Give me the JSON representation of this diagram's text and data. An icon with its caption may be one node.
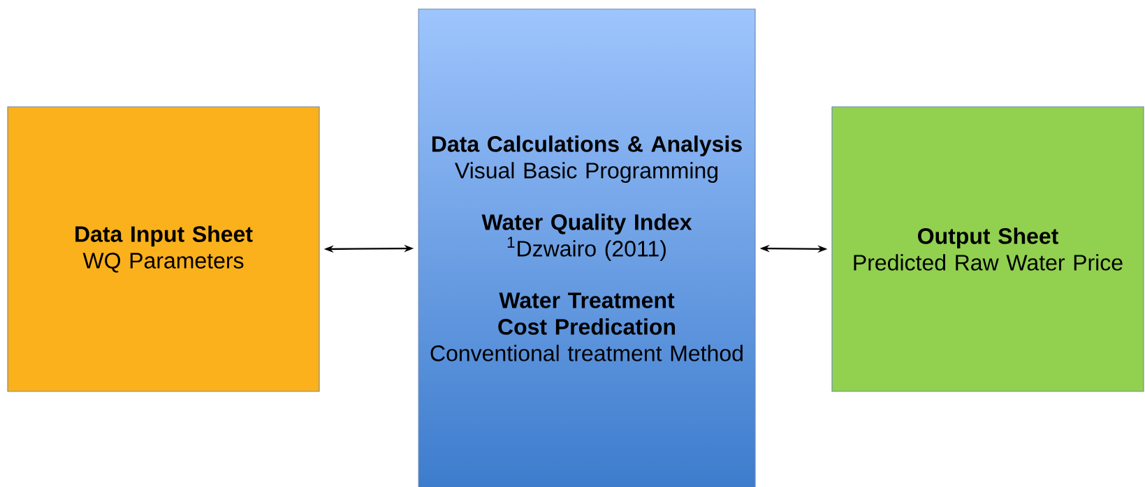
{
  "diagram": {
    "nodes": [
      {
        "text": [
          "Data Input Sheet",
          "WQ Parameters"
        ]
      },
      {
        "text": [
          "Data Calculations & Analysis",
          "Visual Basic Programming",
          "Water Quality Index",
          "$^{1}$Dzwairo (2011)",
          "Water Treatment Cost Predication",
          "Conventional treatment Method"
        ]
      },
      {
        "text": [
          "Output Sheet",
          "Predicted Raw Water Price"
        ]
      }
    ],
    "edges": [
      {
        "from": 0,
        "to": 1,
        "arrow": "both"
      },
      {
        "from": 1,
        "to": 2,
        "arrow": "both"
      }
    ]
  }
}
